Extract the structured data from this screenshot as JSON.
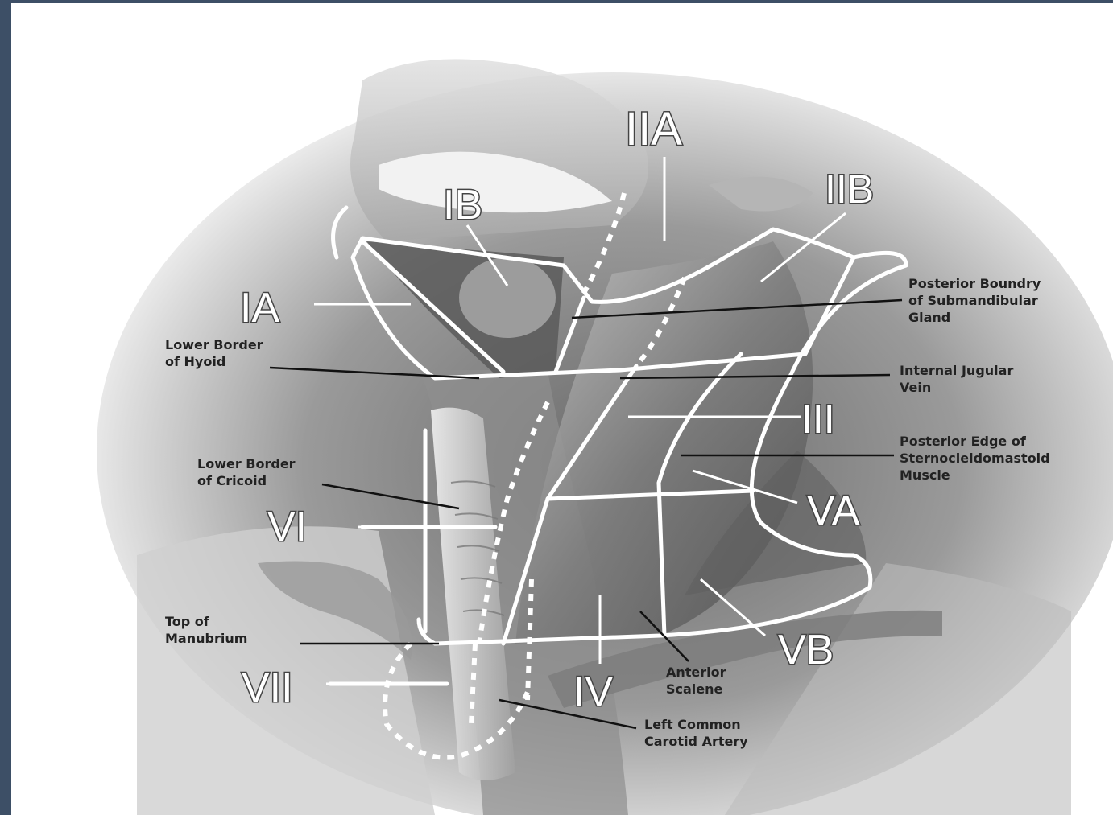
{
  "zones": {
    "IIA": "IIA",
    "IIB": "IIB",
    "IB": "IB",
    "IA": "IA",
    "III": "III",
    "VA": "VA",
    "VI": "VI",
    "VB": "VB",
    "VII": "VII",
    "IV": "IV"
  },
  "annotations": {
    "posterior_boundary_line1": "Posterior Boundry",
    "posterior_boundary_line2": "of Submandibular",
    "posterior_boundary_line3": "Gland",
    "lower_border_hyoid_line1": "Lower Border",
    "lower_border_hyoid_line2": "of Hyoid",
    "internal_jugular_line1": "Internal Jugular",
    "internal_jugular_line2": "Vein",
    "posterior_edge_line1": "Posterior Edge of",
    "posterior_edge_line2": "Sternocleidomastoid",
    "posterior_edge_line3": "Muscle",
    "lower_border_cricoid_line1": "Lower Border",
    "lower_border_cricoid_line2": "of Cricoid",
    "top_manubrium_line1": "Top of",
    "top_manubrium_line2": "Manubrium",
    "anterior_scalene_line1": "Anterior",
    "anterior_scalene_line2": "Scalene",
    "left_common_carotid_line1": "Left Common",
    "left_common_carotid_line2": "Carotid Artery"
  },
  "colors": {
    "frame_border": "#3d4f66",
    "background": "#ffffff",
    "zone_boundary": "#ffffff"
  }
}
